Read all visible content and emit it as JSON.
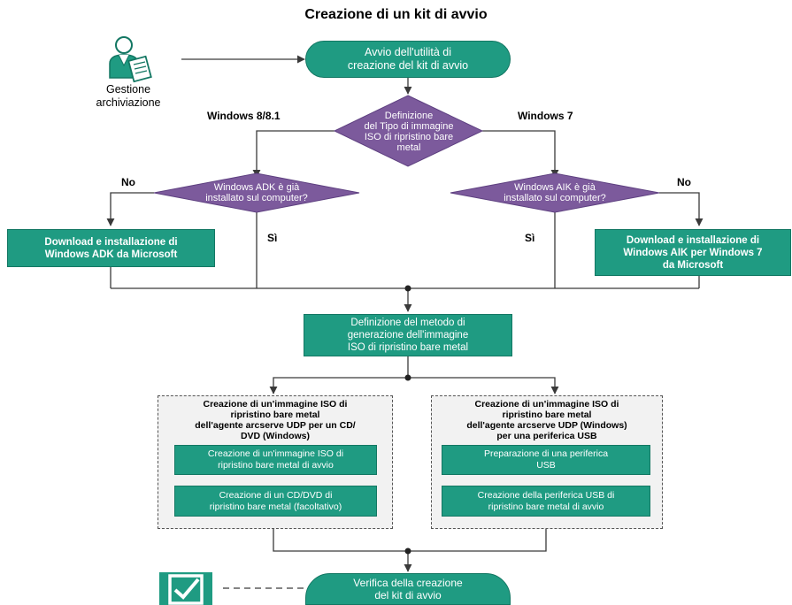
{
  "title": "Creazione di un kit di avvio",
  "actor": {
    "label_line1": "Gestione",
    "label_line2": "archiviazione",
    "icon": "user-with-document-icon"
  },
  "start": {
    "line1": "Avvio dell'utilità di",
    "line2": "creazione del kit di avvio"
  },
  "decision_type": {
    "line1": "Definizione",
    "line2": "del Tipo di immagine",
    "line3": "ISO di ripristino bare",
    "line4": "metal"
  },
  "branch_labels": {
    "win8": "Windows 8/8.1",
    "win7": "Windows 7",
    "no_left": "No",
    "no_right": "No",
    "si_left": "Sì",
    "si_right": "Sì"
  },
  "decision_adk": {
    "line1": "Windows ADK è già",
    "line2": "installato sul computer?"
  },
  "decision_aik": {
    "line1": "Windows AIK è già",
    "line2": "installato sul computer?"
  },
  "download_adk": {
    "line1": "Download e installazione di",
    "line2": "Windows ADK da Microsoft"
  },
  "download_aik": {
    "line1": "Download e installazione di",
    "line2": "Windows AIK per Windows 7",
    "line3": "da Microsoft"
  },
  "method": {
    "line1": "Definizione del metodo di",
    "line2": "generazione dell'immagine",
    "line3": "ISO di ripristino bare metal"
  },
  "group_cd": {
    "title1": "Creazione di un'immagine ISO di",
    "title2": "ripristino bare metal",
    "title3": "dell'agente arcserve UDP per un CD/",
    "title4": "DVD (Windows)",
    "step1_line1": "Creazione di un'immagine ISO di",
    "step1_line2": "ripristino bare metal di avvio",
    "step2_line1": "Creazione di un CD/DVD di",
    "step2_line2": "ripristino bare metal (facoltativo)"
  },
  "group_usb": {
    "title1": "Creazione di un'immagine ISO di",
    "title2": "ripristino bare metal",
    "title3": "dell'agente arcserve UDP (Windows)",
    "title4": "per una periferica USB",
    "step1_line1": "Preparazione di una periferica",
    "step1_line2": "USB",
    "step2_line1": "Creazione della periferica USB di",
    "step2_line2": "ripristino bare metal di avvio"
  },
  "verify": {
    "line1": "Verifica della creazione",
    "line2": "del kit di avvio",
    "icon": "checkbox-check-icon"
  },
  "colors": {
    "teal": "#1f9b82",
    "purple": "#7c5a9c",
    "line": "#3a3a3a"
  }
}
